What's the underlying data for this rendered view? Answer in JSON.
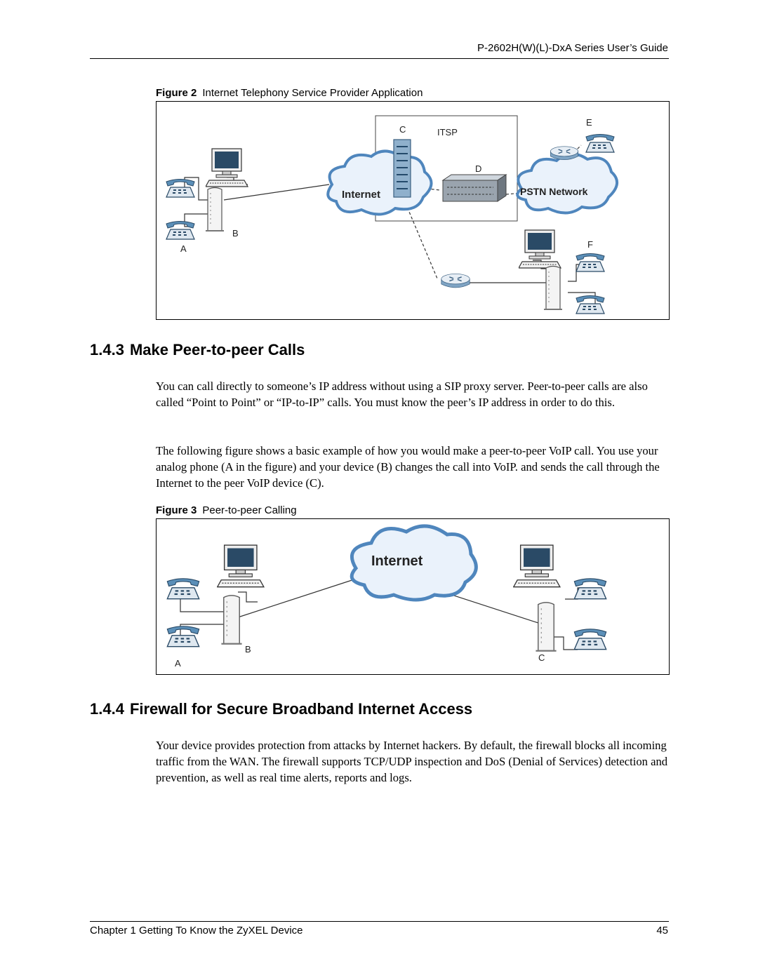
{
  "header": {
    "title": "P-2602H(W)(L)-DxA Series User’s Guide"
  },
  "figure2": {
    "number": "Figure 2",
    "caption": "Internet Telephony Service Provider Application",
    "labels": {
      "a": "A",
      "b": "B",
      "c": "C",
      "d": "D",
      "e": "E",
      "f": "F",
      "itsp": "ITSP",
      "internet": "Internet",
      "pstn": "PSTN Network"
    }
  },
  "section_143": {
    "number": "1.4.3",
    "title": "Make Peer-to-peer Calls",
    "para1": "You can call directly to someone’s IP address without using a SIP proxy server. Peer-to-peer calls are also called “Point to Point” or “IP-to-IP” calls. You must know the peer’s IP address in order to do this.",
    "para2": "The following figure shows a basic example of how you would make a peer-to-peer VoIP call. You use your analog phone (A in the figure) and your device (B) changes the call into VoIP. and sends the call through the Internet to the peer VoIP device (C)."
  },
  "figure3": {
    "number": "Figure 3",
    "caption": "Peer-to-peer Calling",
    "labels": {
      "a": "A",
      "b": "B",
      "c": "C",
      "internet": "Internet"
    }
  },
  "section_144": {
    "number": "1.4.4",
    "title": "Firewall for Secure Broadband Internet Access",
    "para1": "Your device provides protection from attacks by Internet hackers. By default, the firewall blocks all incoming traffic from the WAN. The firewall supports TCP/UDP inspection and DoS (Denial of Services) detection and prevention, as well as real time alerts, reports and logs."
  },
  "footer": {
    "chapter": "Chapter 1 Getting To Know the ZyXEL Device",
    "page": "45"
  }
}
